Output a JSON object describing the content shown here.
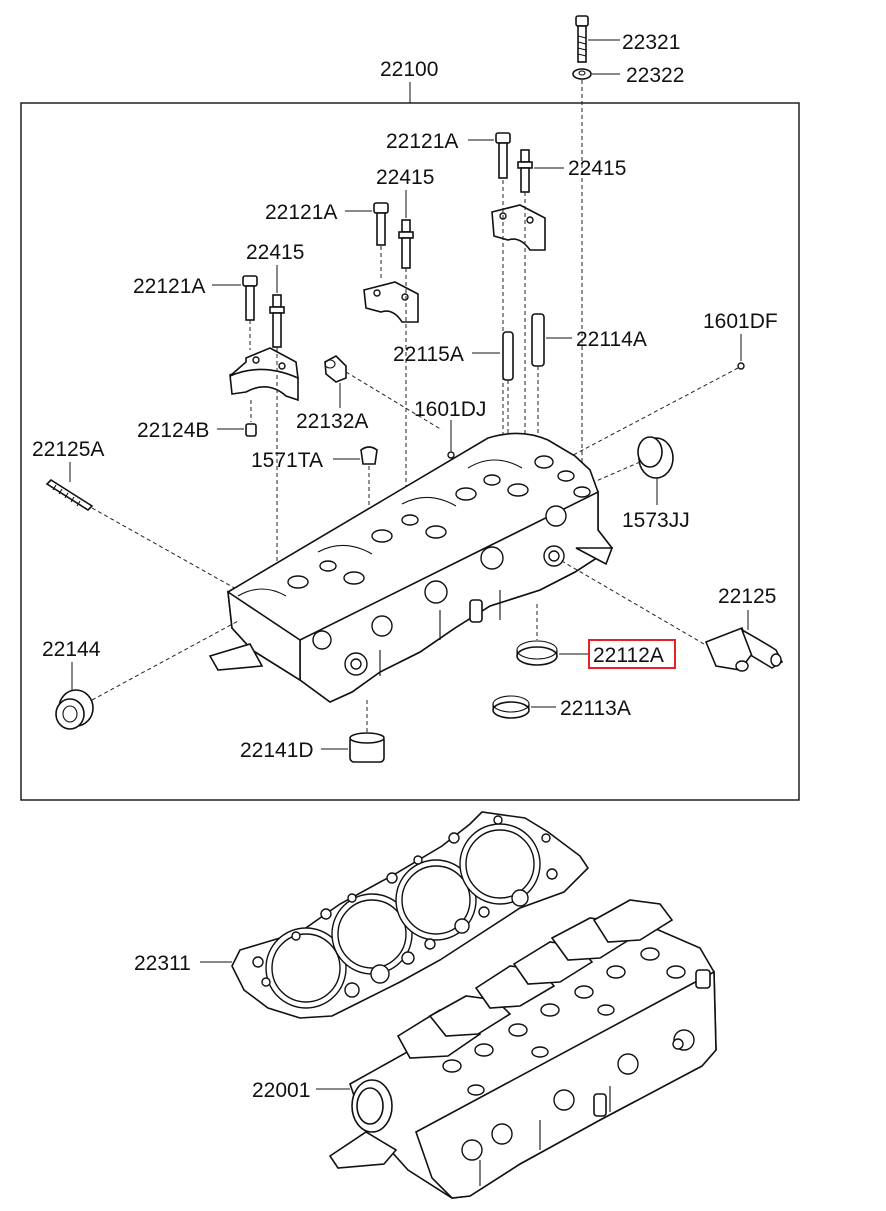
{
  "diagram": {
    "labels": {
      "p22321": "22321",
      "p22322": "22322",
      "p22100": "22100",
      "p22121A_1": "22121A",
      "p22415_1": "22415",
      "p22415_2": "22415",
      "p22121A_2": "22121A",
      "p22415_3": "22415",
      "p22121A_3": "22121A",
      "p1601DF": "1601DF",
      "p22114A": "22114A",
      "p22115A": "22115A",
      "p22132A": "22132A",
      "p1601DJ": "1601DJ",
      "p22124B": "22124B",
      "p22125A": "22125A",
      "p1571TA": "1571TA",
      "p1573JJ": "1573JJ",
      "p22125": "22125",
      "p22144": "22144",
      "p22112A": "22112A",
      "p22113A": "22113A",
      "p22141D": "22141D",
      "p22311": "22311",
      "p22001": "22001"
    },
    "highlight_color": "#e8202a",
    "line_color": "#111111"
  }
}
